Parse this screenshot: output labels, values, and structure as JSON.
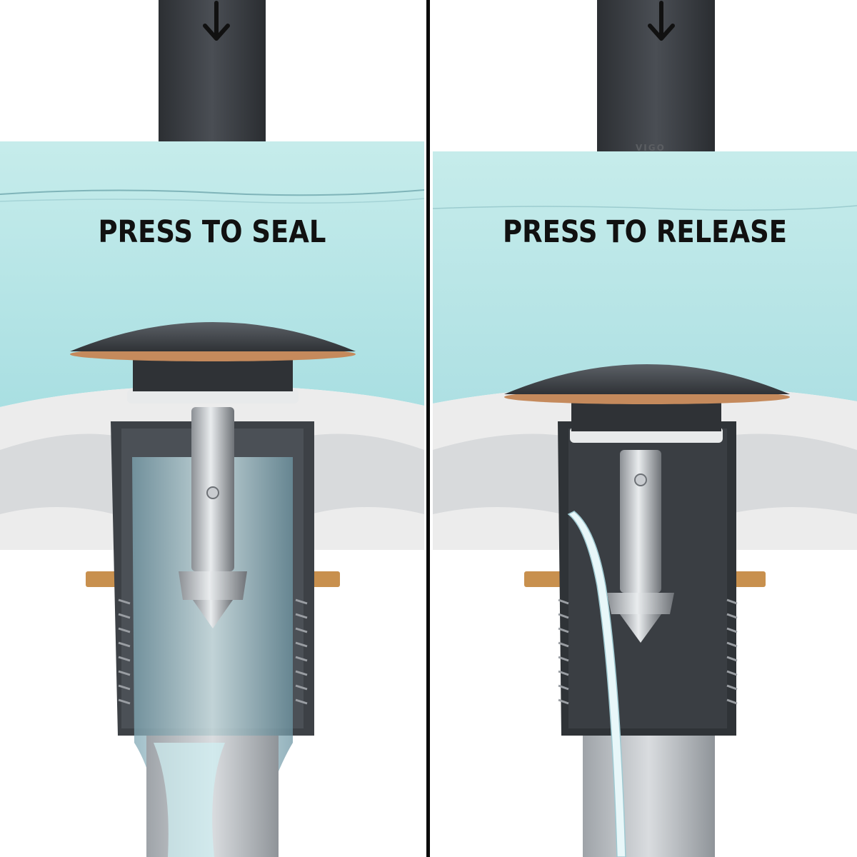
{
  "panels": {
    "left": {
      "caption": "PRESS TO SEAL",
      "state": "sealed"
    },
    "right": {
      "caption": "PRESS TO RELEASE",
      "state": "draining"
    }
  },
  "branding": {
    "wordmark": "VIGO"
  },
  "colors": {
    "water": "#b7e6e8",
    "drain_body": "#3d4146",
    "cap_trim": "#c58a5c",
    "brass": "#c8904e",
    "basin": "#ececec",
    "pipe": "#b9bdc1",
    "divider": "#0a0a0a"
  },
  "icons": {
    "arrow": "arrow-down-icon"
  }
}
